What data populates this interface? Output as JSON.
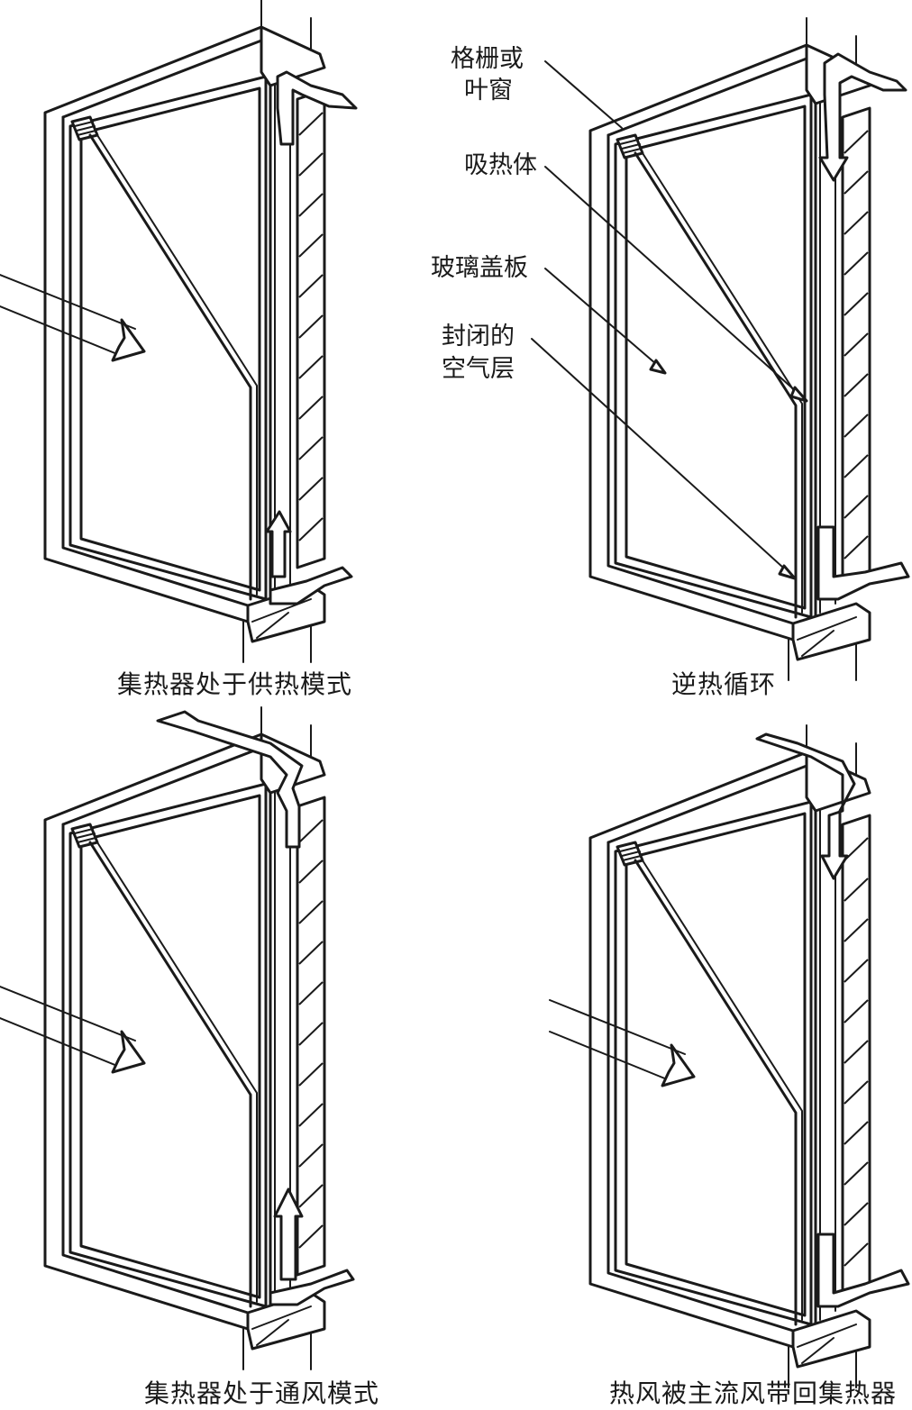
{
  "panels": [
    {
      "id": "heating",
      "caption": "集热器处于供热模式"
    },
    {
      "id": "reverse",
      "caption": "逆热循环"
    },
    {
      "id": "ventilation",
      "caption": "集热器处于通风模式"
    },
    {
      "id": "return",
      "caption": "热风被主流风带回集热器"
    }
  ],
  "labels": {
    "grille": "格栅或\n叶窗",
    "grille_line1": "格栅或",
    "grille_line2": "叶窗",
    "absorber": "吸热体",
    "glass": "玻璃盖板",
    "air_line1": "封闭的",
    "air_line2": "空气层"
  }
}
